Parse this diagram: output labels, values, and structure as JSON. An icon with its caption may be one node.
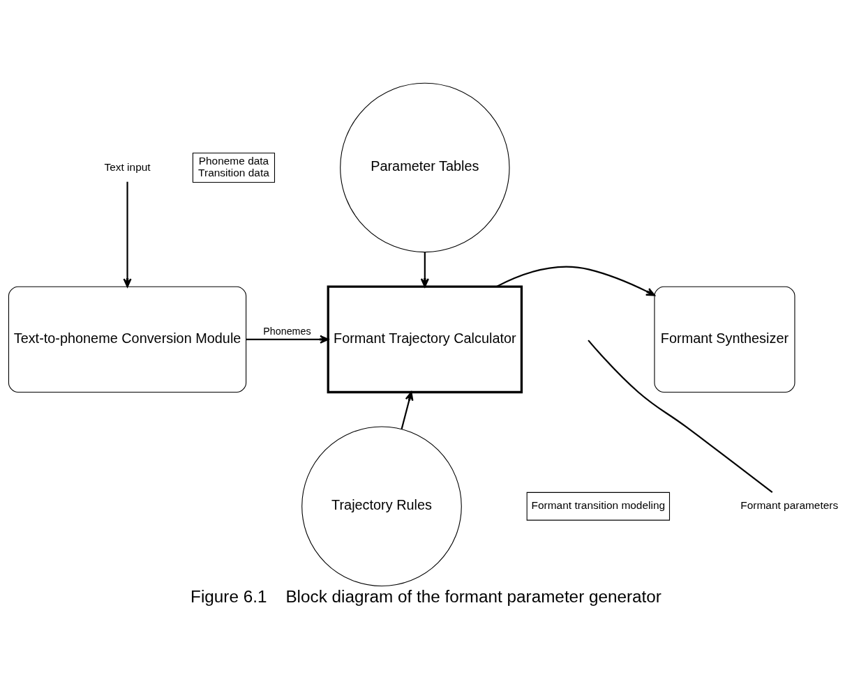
{
  "diagram": {
    "caption": "Figure 6.1    Block diagram of the formant parameter generator",
    "nodes": [
      {
        "text": [
          "Phoneme data",
          "Transition data"
        ]
      },
      {
        "text": [
          "Parameter Tables"
        ]
      },
      {
        "text": [
          "Text input"
        ]
      },
      {
        "text": [
          "Text-to-phoneme Conversion Module"
        ]
      },
      {
        "text": [
          "Formant Trajectory Calculator"
        ]
      },
      {
        "text": [
          "Formant Synthesizer"
        ]
      },
      {
        "text": [
          "Formant parameters"
        ]
      },
      {
        "text": [
          "Trajectory Rules"
        ]
      },
      {
        "text": [
          "Formant transition modeling"
        ]
      }
    ],
    "edges": [
      {
        "from": 2,
        "to": 3,
        "arrow": "to"
      },
      {
        "from": 1,
        "to": 4,
        "arrow": "to"
      },
      {
        "from": 3,
        "to": 4,
        "arrow": "to",
        "label": "Phonemes"
      },
      {
        "from": 4,
        "to": 5,
        "arrow": "to"
      },
      {
        "from": 7,
        "to": 4,
        "arrow": "to"
      },
      {
        "from": 6,
        "to": null,
        "arrow": "none"
      }
    ]
  }
}
